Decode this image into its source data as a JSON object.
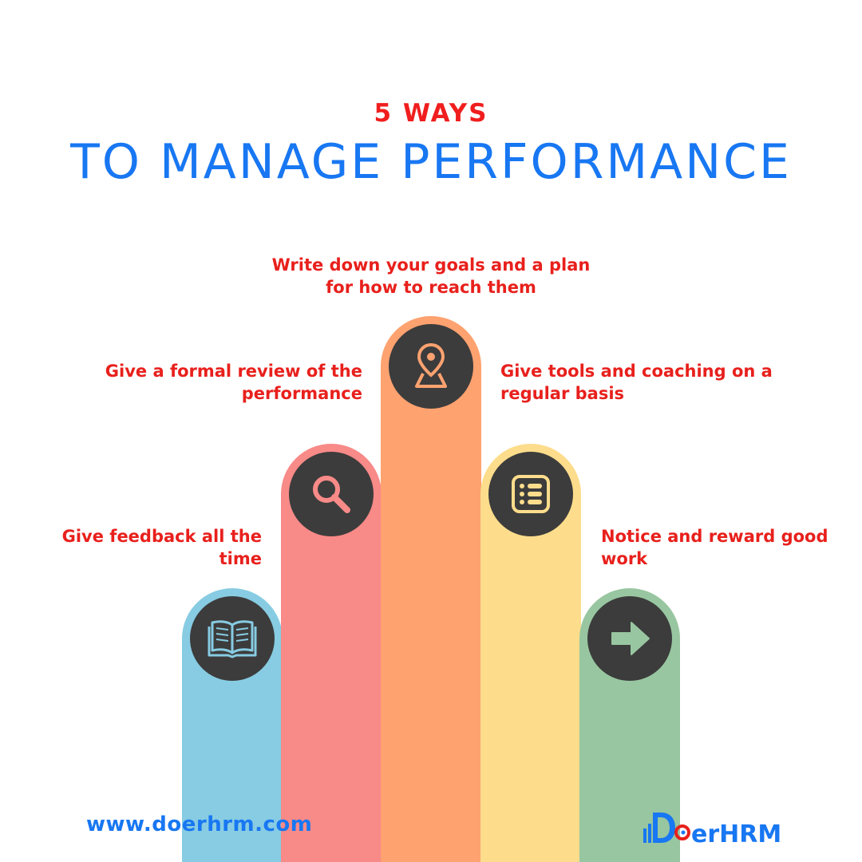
{
  "header": {
    "kicker": "5 WAYS",
    "title": "TO MANAGE PERFORMANCE"
  },
  "steps": [
    {
      "label": "Give feedback all the time",
      "icon": "book-icon",
      "color": "#87cce3"
    },
    {
      "label": "Give a formal review of the performance",
      "icon": "magnifier-icon",
      "color": "#f88a88"
    },
    {
      "label": "Write down your goals and a plan for how to reach them",
      "icon": "map-pin-icon",
      "color": "#fea270"
    },
    {
      "label": "Give tools and coaching on a regular basis",
      "icon": "list-icon",
      "color": "#fddd8c"
    },
    {
      "label": "Notice and reward good work",
      "icon": "arrow-right-icon",
      "color": "#98c6a0"
    }
  ],
  "footer": {
    "website": "www.doerhrm.com",
    "logo_text": "DoerHRM"
  },
  "colors": {
    "accent_red": "#e8201c",
    "accent_blue": "#1877f2",
    "icon_bg": "#3c3c3c"
  }
}
